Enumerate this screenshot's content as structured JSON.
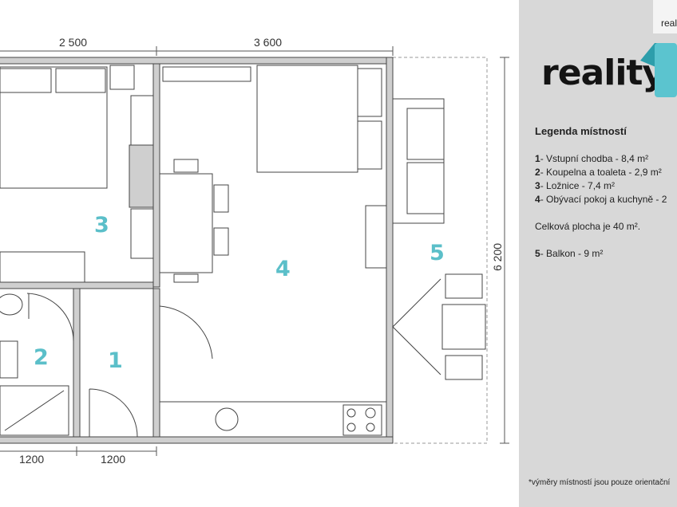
{
  "dimensions": {
    "top_left": "2 500",
    "top_right": "3 600",
    "right": "6 200",
    "bottom_left": "1200",
    "bottom_right": "1200"
  },
  "room_numbers": {
    "r1": "1",
    "r2": "2",
    "r3": "3",
    "r4": "4",
    "r5": "5"
  },
  "brand": {
    "name": "reality",
    "top_tab": "real",
    "accent": "#5bbfc9"
  },
  "legend": {
    "title": "Legenda místností",
    "items": [
      {
        "num": "1",
        "label": "- Vstupní chodba - 8,4 m²"
      },
      {
        "num": "2",
        "label": "- Koupelna a toaleta - 2,9 m²"
      },
      {
        "num": "3",
        "label": "- Ložnice - 7,4 m²"
      },
      {
        "num": "4",
        "label": "- Obývací pokoj a kuchyně - 2"
      }
    ],
    "total": "Celková plocha je 40 m².",
    "balcony": {
      "num": "5",
      "label": "- Balkon - 9 m²"
    }
  },
  "note": "*výměry místností jsou pouze orientační"
}
